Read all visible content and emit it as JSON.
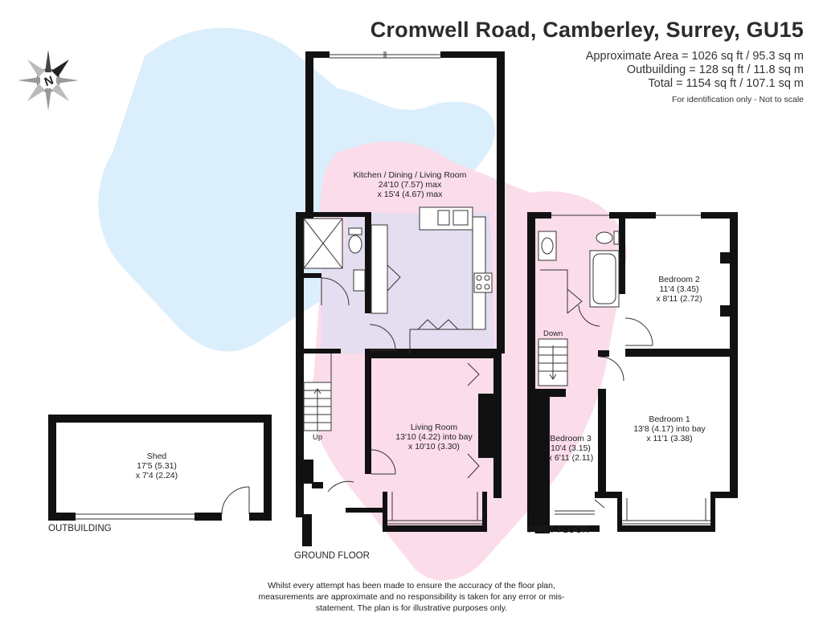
{
  "header": {
    "title": "Cromwell Road, Camberley, Surrey, GU15",
    "area": "Approximate Area = 1026 sq ft / 95.3 sq m",
    "outbuilding": "Outbuilding = 128 sq ft / 11.8 sq m",
    "total": "Total = 1154 sq ft / 107.1 sq m",
    "note": "For identification only - Not to scale"
  },
  "compass": {
    "letter": "N",
    "icon": "compass-north-icon"
  },
  "rooms": {
    "kitchen": {
      "name": "Kitchen / Dining / Living Room",
      "dim1": "24'10 (7.57) max",
      "dim2": "x 15'4 (4.67) max"
    },
    "living": {
      "name": "Living Room",
      "dim1": "13'10 (4.22) into bay",
      "dim2": "x 10'10 (3.30)"
    },
    "shed": {
      "name": "Shed",
      "dim1": "17'5 (5.31)",
      "dim2": "x 7'4 (2.24)"
    },
    "bedroom1": {
      "name": "Bedroom 1",
      "dim1": "13'8 (4.17) into bay",
      "dim2": "x 11'1 (3.38)"
    },
    "bedroom2": {
      "name": "Bedroom 2",
      "dim1": "11'4 (3.45)",
      "dim2": "x 8'11 (2.72)"
    },
    "bedroom3": {
      "name": "Bedroom 3",
      "dim1": "10'4 (3.15)",
      "dim2": "x 6'11 (2.11)"
    }
  },
  "labels": {
    "up": "Up",
    "down": "Down",
    "outbuilding": "OUTBUILDING",
    "ground_floor": "GROUND FLOOR",
    "first_floor": "FIRST FLOOR"
  },
  "disclaimer": {
    "line1": "Whilst every attempt has been made to ensure the accuracy of the floor plan,",
    "line2": "measurements are approximate and no responsibility is taken for any error or mis-",
    "line3": "statement. The plan is for illustrative purposes only."
  },
  "colors": {
    "wall": "#111111",
    "watermark_blue": "#dbeefb",
    "watermark_pink": "#fbdcea",
    "overlap": "#e4def0"
  }
}
